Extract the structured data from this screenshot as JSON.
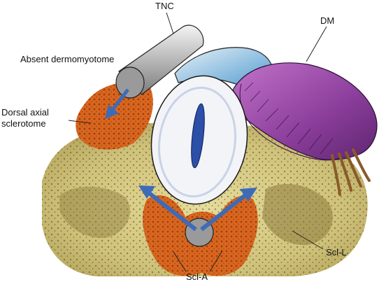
{
  "labels": {
    "tnc": "TNC",
    "dm": "DM",
    "absent_dermomyotome": "Absent dermomyotome",
    "dorsal_axial_line1": "Dorsal axial",
    "dorsal_axial_line2": "sclerotome",
    "scl_l": "Scl-L",
    "scl_a": "Scl-A"
  },
  "colors": {
    "arrow": "#3d6bb8",
    "neural_tube_fill": "#f2f4f8",
    "neural_lumen": "#2c4fa8",
    "sclerotome_orange": "#d9661f",
    "mesenchyme_yellow": "#d9cf87",
    "dm_purple": "#8a3d9a",
    "notochord_grey": "#9a9a9a"
  }
}
